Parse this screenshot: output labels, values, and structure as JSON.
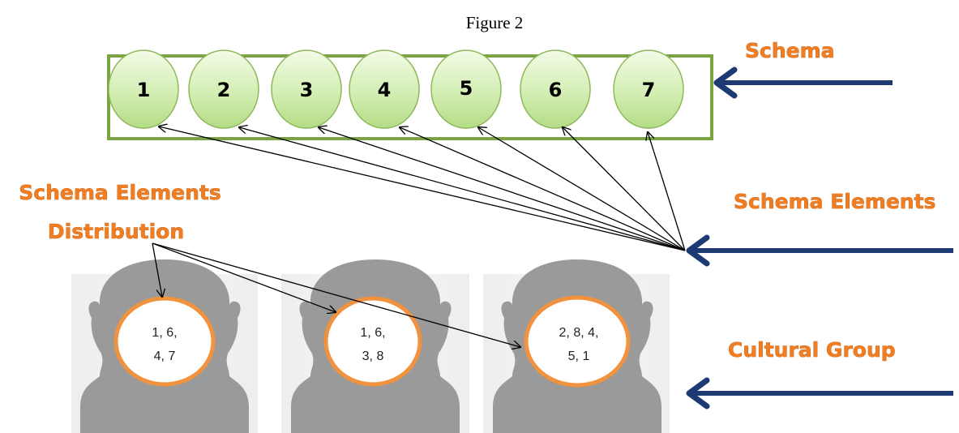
{
  "figure_title": "Figure 2",
  "labels": {
    "schema": "Schema",
    "schema_elements": "Schema Elements",
    "cultural_group": "Cultural Group",
    "distribution_line1": "Schema Elements",
    "distribution_line2": "Distribution"
  },
  "schema_elements": [
    "1",
    "2",
    "3",
    "4",
    "5",
    "6",
    "7"
  ],
  "heads": [
    {
      "line1": "1, 6,",
      "line2": "4, 7"
    },
    {
      "line1": "1, 6,",
      "line2": "3, 8"
    },
    {
      "line1": "2, 8, 4,",
      "line2": "5, 1"
    }
  ],
  "colors": {
    "box_border": "#7aa344",
    "circle_fill_top": "#f3fbe6",
    "circle_fill_bottom": "#b4dc86",
    "circle_border": "#8fb85c",
    "label_orange": "#f07d21",
    "arrow_navy": "#1e3a73",
    "head_gray": "#9a9a9a",
    "head_ring": "#f0923e"
  }
}
